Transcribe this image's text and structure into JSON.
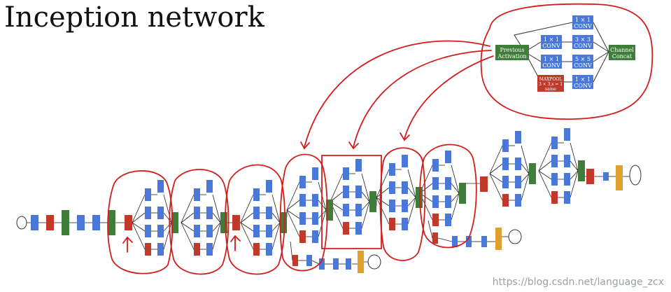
{
  "title": "Inception network",
  "watermark": "https://blog.csdn.net/language_zcx",
  "module": {
    "input": [
      "Previous",
      "Activation"
    ],
    "conv_1x1": [
      "1 × 1",
      "CONV"
    ],
    "conv_3x3": [
      "3 × 3",
      "CONV"
    ],
    "conv_5x5": [
      "5 × 5",
      "CONV"
    ],
    "maxpool": [
      "MAXPOOL",
      "3 × 3,s = 1",
      "same"
    ],
    "concat": [
      "Channel",
      "Concat"
    ]
  },
  "colors": {
    "conv": "#4a78d6",
    "concat": "#3e7d3a",
    "pool": "#c0392b",
    "fc": "#e0a12c",
    "annotation": "#d21d1d",
    "line": "#222222"
  }
}
